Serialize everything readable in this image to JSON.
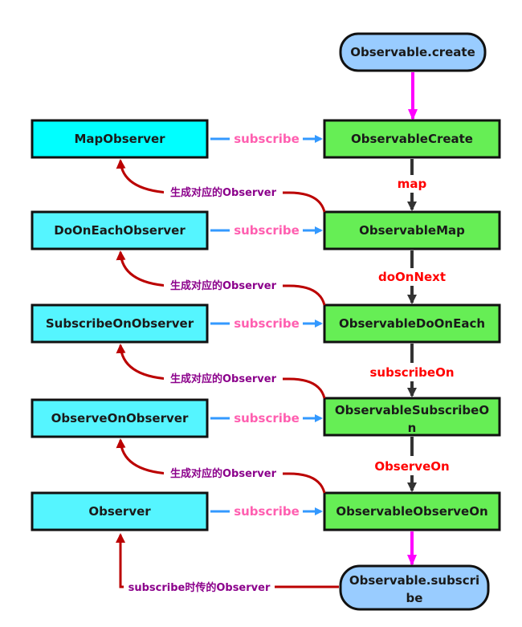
{
  "colors": {
    "observer_fill": "#00ffff",
    "observer_fill_light": "#55f5ff",
    "observable_fill": "#66ee55",
    "terminal_fill": "#99ccff",
    "subscribe_arrow": "#3399ff",
    "subscribe_label": "#ff5fb0",
    "operator_label": "#ff0000",
    "create_arrow": "#ff00ff",
    "chain_arrow": "#333333",
    "generate_arrow": "#bb0000",
    "generate_label": "#8b008b"
  },
  "nodes": {
    "observable_create_start": "Observable.create",
    "observable_subscribe_end": [
      "Observable.subscri",
      "be"
    ],
    "observables": [
      [
        "ObservableCreate"
      ],
      [
        "ObservableMap"
      ],
      [
        "ObservableDoOnEach"
      ],
      [
        "ObservableSubscribeO",
        "n"
      ],
      [
        "ObservableObserveOn"
      ]
    ],
    "observers": [
      "MapObserver",
      "DoOnEachObserver",
      "SubscribeOnObserver",
      "ObserveOnObserver",
      "Observer"
    ]
  },
  "labels": {
    "subscribe": "subscribe",
    "operators": [
      "map",
      "doOnNext",
      "subscribeOn",
      "ObserveOn"
    ],
    "generate_observer": "生成对应的Observer",
    "subscribe_passed_observer": "subscribe时传的Observer"
  }
}
